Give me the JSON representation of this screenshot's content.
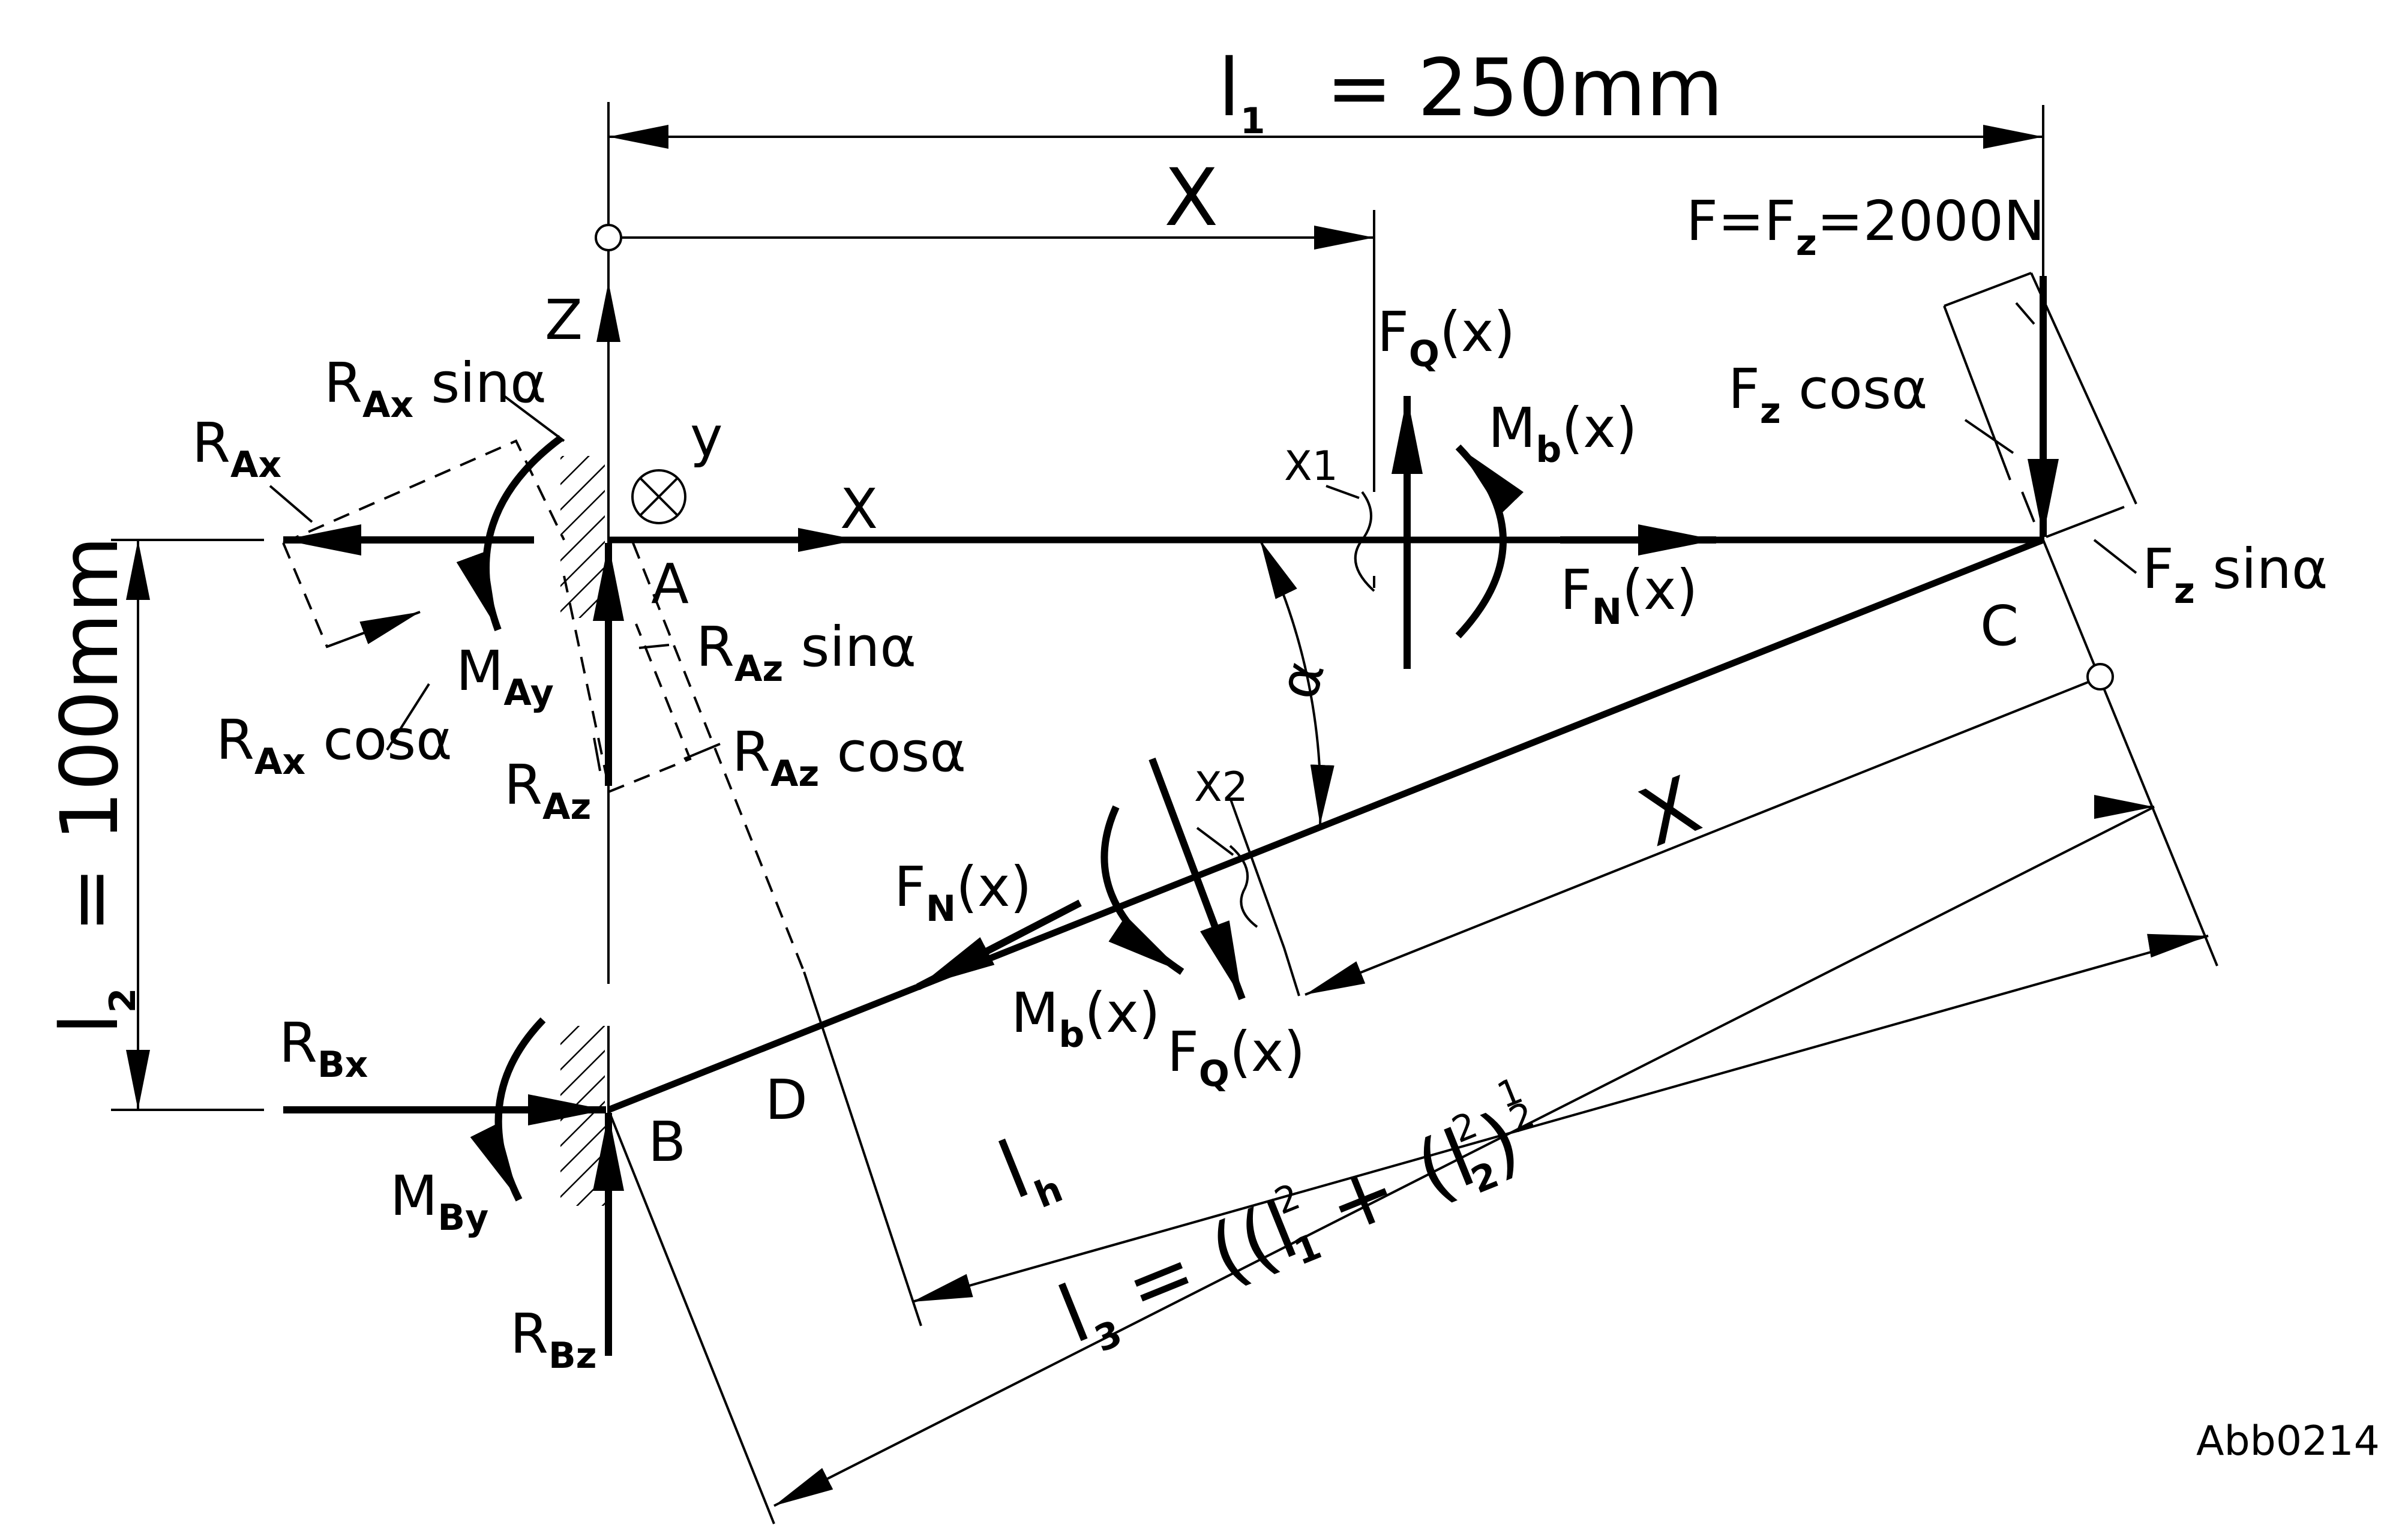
{
  "labels": {
    "l1_dim": "= 250mm",
    "l2_dim": "= 100mm",
    "x_top": "X",
    "x_axis": "X",
    "x_lower": "X",
    "z_axis": "Z",
    "y_axis": "y",
    "point_a": "A",
    "point_b": "B",
    "point_c": "C",
    "point_d": "D",
    "alpha": "α",
    "x1": "X1",
    "x2": "X2",
    "force_f": "F=F",
    "force_f_sub": "z",
    "force_f_val": "=2000N",
    "fq_top": "(x)",
    "mb_top": "(x)",
    "fn_top": "(x)",
    "fq_low": "(x)",
    "mb_low": "(x)",
    "fn_low": "(x)",
    "fz_cos": "cosα",
    "fz_sin": "sinα",
    "rax_sin": "sinα",
    "rax_cos": "cosα",
    "raz_sin": "sinα",
    "raz_cos": "cosα",
    "l3_expr": "= ((",
    "l3_plus": "+",
    "l3_close": ")",
    "exp_2a": "2",
    "exp_2b": "2",
    "exp_half_num": "1",
    "exp_half_den": "2",
    "figure_id": "Abb0214"
  },
  "symbols": {
    "l": "l",
    "sub1": "1",
    "sub2": "2",
    "sub3": "3",
    "subh": "h",
    "R": "R",
    "M": "M",
    "F": "F",
    "Ax": "Ax",
    "Az": "Az",
    "Ay": "Ay",
    "Bx": "Bx",
    "Bz": "Bz",
    "By": "By",
    "Q": "Q",
    "b": "b",
    "N": "N",
    "z": "z"
  },
  "colors": {
    "ink": "#000000",
    "background": "#ffffff"
  }
}
